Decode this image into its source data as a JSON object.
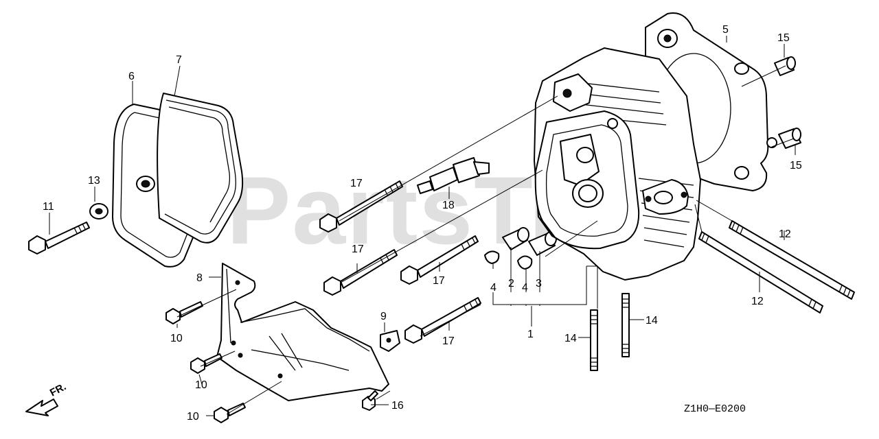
{
  "watermark": "PartsTree",
  "diagram_code": "Z1H0—E0200",
  "front_indicator": "FR.",
  "callouts": [
    {
      "key": "c1",
      "text": "1"
    },
    {
      "key": "c2",
      "text": "2"
    },
    {
      "key": "c3",
      "text": "3"
    },
    {
      "key": "c4a",
      "text": "4"
    },
    {
      "key": "c4b",
      "text": "4"
    },
    {
      "key": "c5",
      "text": "5"
    },
    {
      "key": "c6",
      "text": "6"
    },
    {
      "key": "c7",
      "text": "7"
    },
    {
      "key": "c8",
      "text": "8"
    },
    {
      "key": "c9",
      "text": "9"
    },
    {
      "key": "c10a",
      "text": "10"
    },
    {
      "key": "c10b",
      "text": "10"
    },
    {
      "key": "c10c",
      "text": "10"
    },
    {
      "key": "c11",
      "text": "11"
    },
    {
      "key": "c12a",
      "text": "12"
    },
    {
      "key": "c12b",
      "text": "12"
    },
    {
      "key": "c13",
      "text": "13"
    },
    {
      "key": "c14a",
      "text": "14"
    },
    {
      "key": "c14b",
      "text": "14"
    },
    {
      "key": "c15a",
      "text": "15"
    },
    {
      "key": "c15b",
      "text": "15"
    },
    {
      "key": "c16",
      "text": "16"
    },
    {
      "key": "c17a",
      "text": "17"
    },
    {
      "key": "c17b",
      "text": "17"
    },
    {
      "key": "c17c",
      "text": "17"
    },
    {
      "key": "c17d",
      "text": "17"
    },
    {
      "key": "c18",
      "text": "18"
    }
  ]
}
